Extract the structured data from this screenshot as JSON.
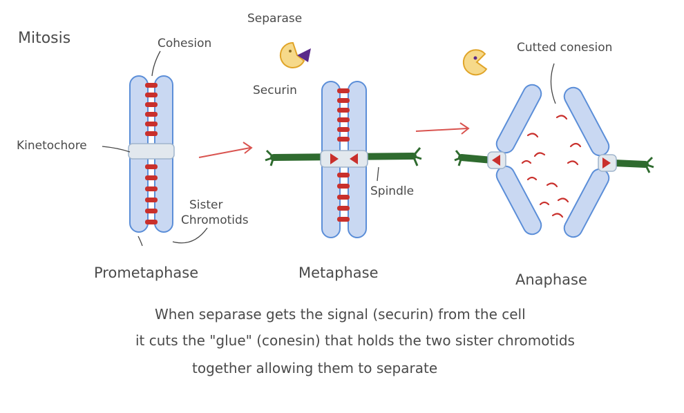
{
  "title": "Mitosis",
  "labels": {
    "cohesion": "Cohesion",
    "separase": "Separase",
    "securin": "Securin",
    "kinetochore": "Kinetochore",
    "sister_line1": "Sister",
    "sister_line2": "Chromotids",
    "spindle": "Spindle",
    "cutted": "Cutted conesion"
  },
  "phases": [
    "Prometaphase",
    "Metaphase",
    "Anaphase"
  ],
  "caption": [
    "When separase gets the signal (securin) from the cell",
    "it cuts the \"glue\" (conesin) that holds the two sister chromotids",
    "together allowing them to separate"
  ],
  "colors": {
    "chromatid_fill": "#c9d8f2",
    "chromatid_stroke": "#5b8ed8",
    "cohesin": "#c9302c",
    "spindle": "#2f6b2f",
    "arrow": "#d9534f",
    "separase_fill": "#f6d98a",
    "separase_stroke": "#e0a428",
    "securin": "#5a2a8a",
    "text": "#4a4a4a"
  }
}
